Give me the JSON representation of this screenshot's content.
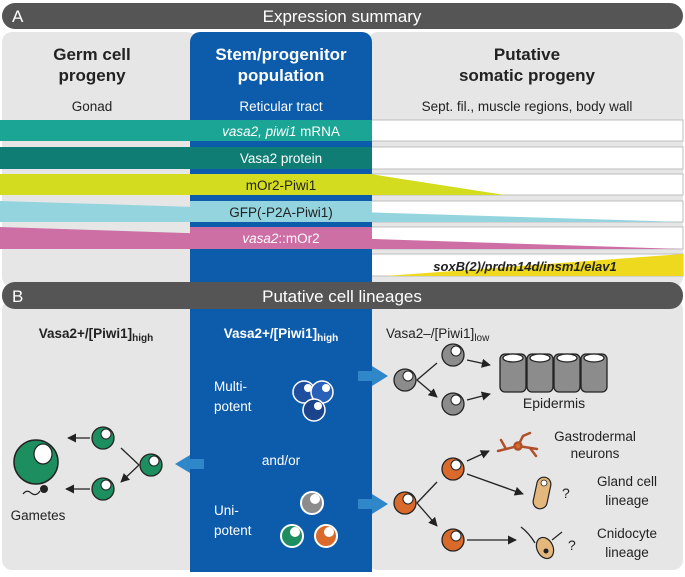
{
  "panel_a": {
    "letter": "A",
    "title": "Expression summary",
    "columns": {
      "germ": {
        "title_line1": "Germ cell",
        "title_line2": "progeny",
        "tissue": "Gonad"
      },
      "stem": {
        "title_line1": "Stem/progenitor",
        "title_line2": "population",
        "tissue": "Reticular tract"
      },
      "somatic": {
        "title_line1": "Putative",
        "title_line2": "somatic progeny",
        "tissue": "Sept. fil., muscle regions, body wall"
      }
    },
    "bands": [
      {
        "pre": "",
        "italic": "vasa2, piwi1",
        "post": " mRNA",
        "color": "#1aa595"
      },
      {
        "pre": "Vasa2 protein",
        "italic": "",
        "post": "",
        "color": "#0f7d74"
      },
      {
        "pre": "mOr2-Piwi1",
        "italic": "",
        "post": "",
        "color": "#d3dc1f"
      },
      {
        "pre": "GFP(-P2A-Piwi1)",
        "italic": "",
        "post": "",
        "color": "#93d4de"
      },
      {
        "pre": "",
        "italic": "vasa2",
        "post": "::mOr2",
        "color": "#cd6ea5"
      },
      {
        "pre": "",
        "italic": "soxB(2)/prdm14d/insm1/elav1",
        "post": "",
        "color": "#eed91e"
      }
    ]
  },
  "panel_b": {
    "letter": "B",
    "title": "Putative cell lineages",
    "germ_label_main": "Vasa2+/[Piwi1]",
    "germ_label_sub": "high",
    "stem_label_main": "Vasa2+/[Piwi1]",
    "stem_label_sub": "high",
    "somatic_label_main": "Vasa2–/[Piwi1]",
    "somatic_label_sub": "low",
    "multipotent_line1": "Multi-",
    "multipotent_line2": "potent",
    "andor": "and/or",
    "unipotent_line1": "Uni-",
    "unipotent_line2": "potent",
    "gametes": "Gametes",
    "epidermis": "Epidermis",
    "gastro_line1": "Gastrodermal",
    "gastro_line2": "neurons",
    "gland_line1": "Gland cell",
    "gland_line2": "lineage",
    "cnido_line1": "Cnidocyte",
    "cnido_line2": "lineage",
    "question": "?"
  },
  "colors": {
    "header": "#555555",
    "panel_bg": "#e6e6e6",
    "stem_blue": "#0d5bab",
    "germ_green": "#1d8e5f",
    "somatic_grey": "#8c8c8c",
    "somatic_orange": "#d96a2b",
    "arrow_blue": "#2f86c8"
  }
}
